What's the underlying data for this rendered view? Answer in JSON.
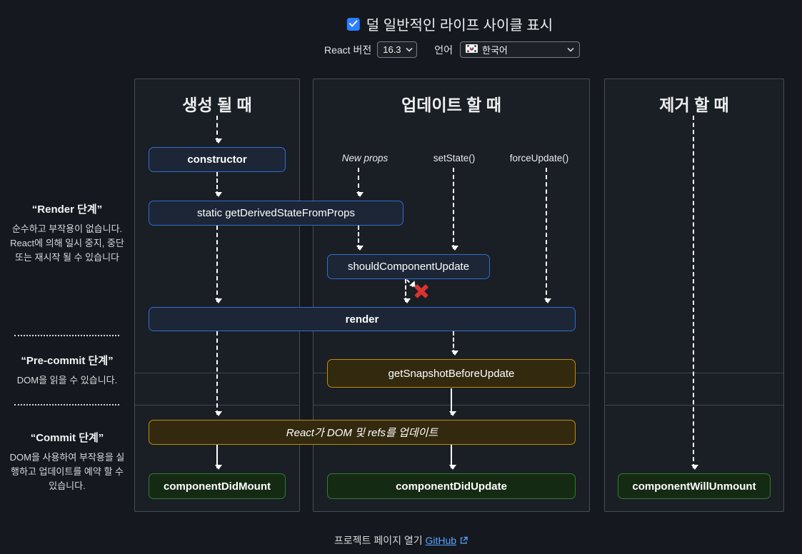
{
  "header": {
    "toggle": {
      "label": "덜 일반적인 라이프 사이클 표시",
      "checked": true
    },
    "react_version": {
      "label": "React 버전",
      "value": "16.3"
    },
    "language": {
      "label": "언어",
      "value": "한국어"
    }
  },
  "columns": [
    {
      "title": "생성 될 때"
    },
    {
      "title": "업데이트 할 때"
    },
    {
      "title": "제거 할 때"
    }
  ],
  "phases": [
    {
      "title": "“Render 단계”",
      "description": "순수하고 부작용이 없습니다. React에 의해 일시 중지, 중단 또는 재시작 될 수 있습니다"
    },
    {
      "title": "“Pre-commit 단계”",
      "description": "DOM을 읽을 수 있습니다."
    },
    {
      "title": "“Commit 단계”",
      "description": "DOM을 사용하여 부작용을 실행하고 업데이트를 예약 할 수 있습니다."
    }
  ],
  "triggers": {
    "new_props": "New props",
    "set_state": "setState()",
    "force_update": "forceUpdate()"
  },
  "nodes": {
    "constructor": "constructor",
    "get_derived_state_from_props": "static getDerivedStateFromProps",
    "should_component_update": "shouldComponentUpdate",
    "render": "render",
    "get_snapshot_before_update": "getSnapshotBeforeUpdate",
    "react_updates_dom": "React가 DOM 및 refs를 업데이트",
    "component_did_mount": "componentDidMount",
    "component_did_update": "componentDidUpdate",
    "component_will_unmount": "componentWillUnmount"
  },
  "footer": {
    "text": "프로젝트 페이지 열기",
    "link_label": "GitHub"
  },
  "colors": {
    "background": "#15181e",
    "accent_blue": "#2e6fd0",
    "accent_yellow": "#bf8d0a",
    "accent_green": "#2f7d33",
    "reject_red": "#da3430",
    "link_blue": "#58a6ff",
    "checkbox_blue": "#2a7fff"
  },
  "icons": {
    "checkbox_check": "✓",
    "chevron_down": "⌄",
    "korea_flag": "🇰🇷",
    "external_link": "⧉",
    "reject_x": "✖"
  }
}
